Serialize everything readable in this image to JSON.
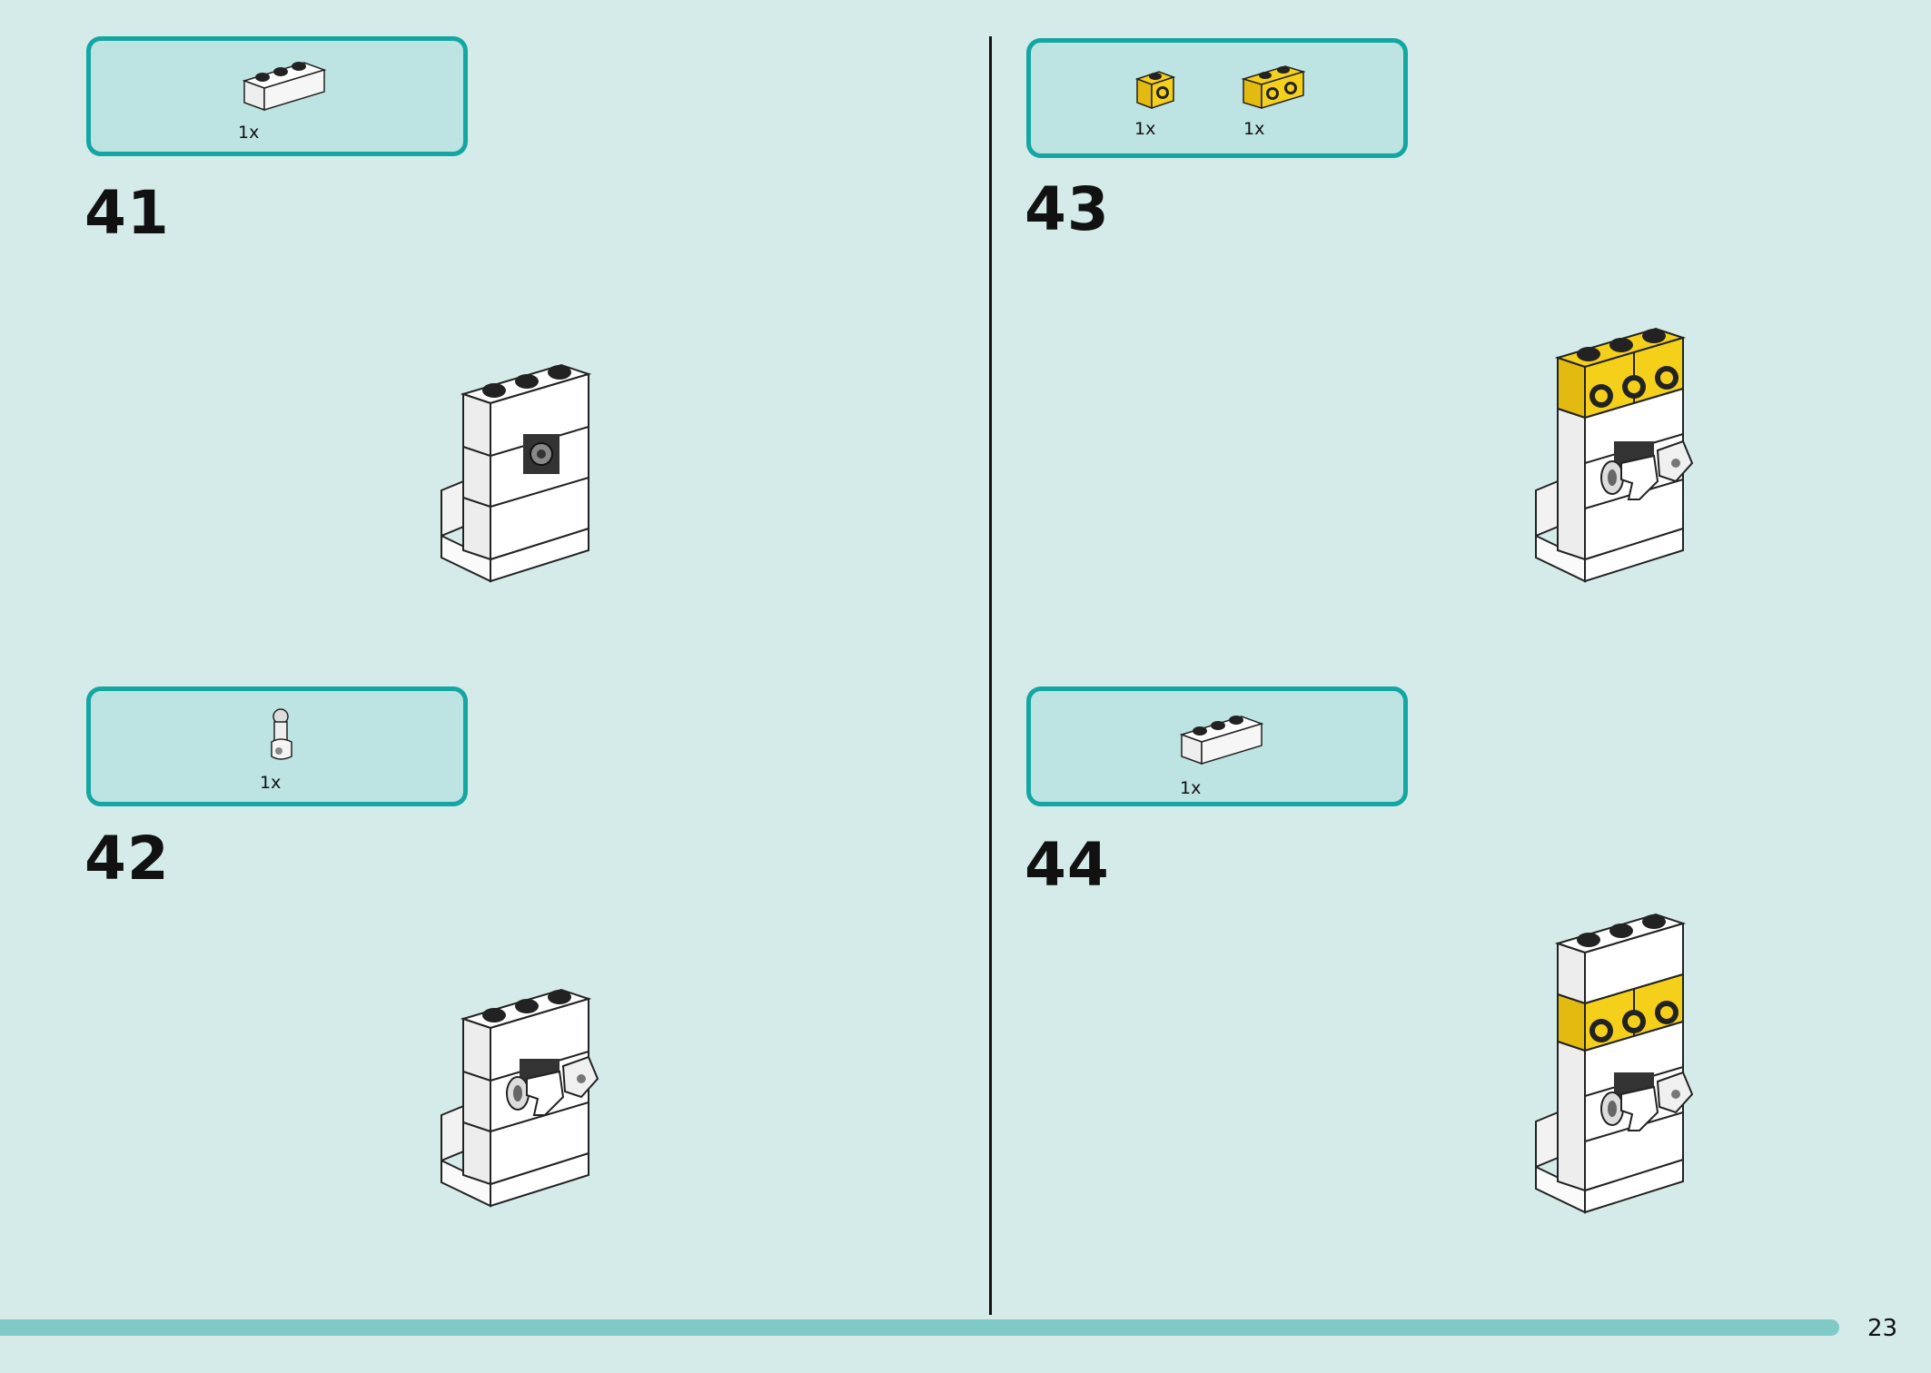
{
  "steps": [
    {
      "number": "41",
      "parts": [
        {
          "icon": "white-brick-1x3-icon",
          "qty": "1x"
        }
      ]
    },
    {
      "number": "42",
      "parts": [
        {
          "icon": "white-robot-arm-piece-icon",
          "qty": "1x"
        }
      ]
    },
    {
      "number": "43",
      "parts": [
        {
          "icon": "yellow-brick-1x1-icon",
          "qty": "1x"
        },
        {
          "icon": "yellow-brick-1x2-icon",
          "qty": "1x"
        }
      ]
    },
    {
      "number": "44",
      "parts": [
        {
          "icon": "white-brick-1x3-icon",
          "qty": "1x"
        }
      ]
    }
  ],
  "page_number": "23",
  "colors": {
    "background": "#d5ebea",
    "parts_box_border": "#14a6a2",
    "parts_box_fill": "#bde3e2",
    "brick_white": "#ffffff",
    "brick_yellow": "#f5d01a",
    "footer_bar": "#7fcac7"
  }
}
